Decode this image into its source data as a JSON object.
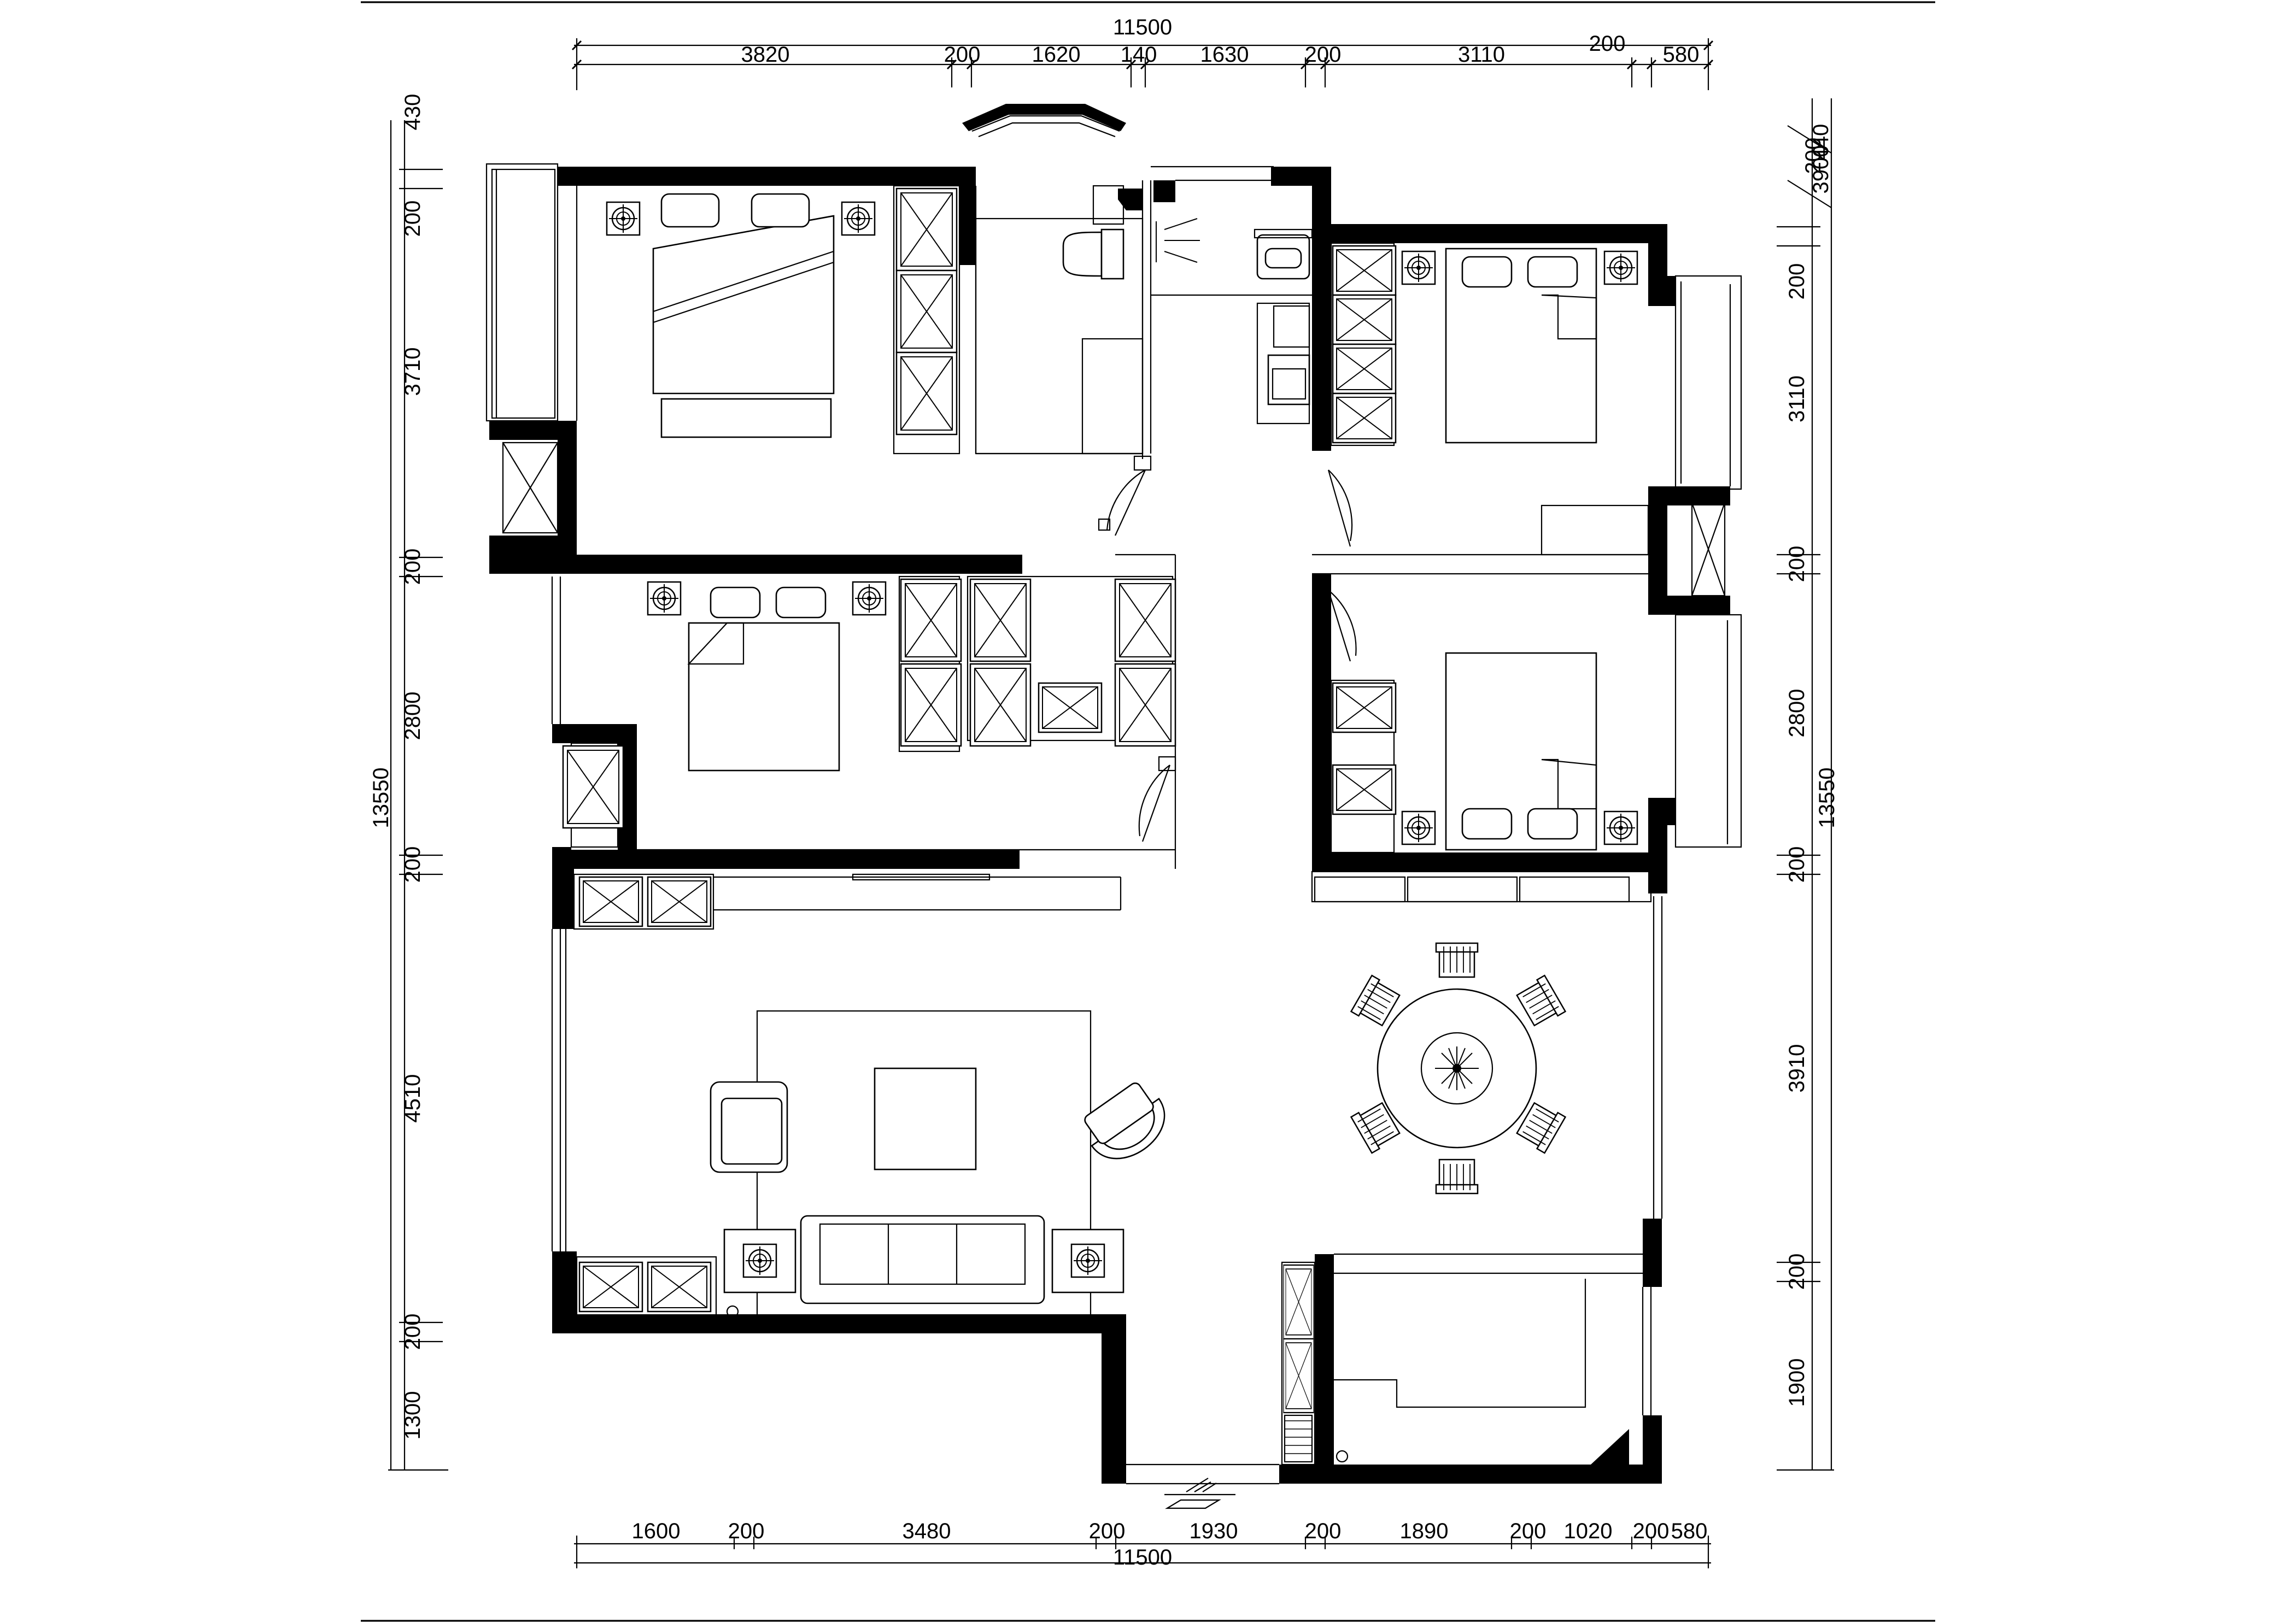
{
  "dimensions": {
    "top_total": "11500",
    "top_segments": [
      "3820",
      "200",
      "1620",
      "140",
      "1630",
      "200",
      "3110",
      "200",
      "580"
    ],
    "bottom_total": "11500",
    "bottom_segments": [
      "1600",
      "200",
      "3480",
      "200",
      "1930",
      "200",
      "1890",
      "200",
      "1020",
      "200",
      "580"
    ],
    "left_total": "13550",
    "left_segments": [
      "430",
      "200",
      "3710",
      "200",
      "2800",
      "200",
      "4510",
      "200",
      "1300"
    ],
    "right_total": "13550",
    "right_top_cluster": [
      "440",
      "200",
      "3900"
    ],
    "right_segments": [
      "200",
      "3110",
      "200",
      "2800",
      "200",
      "3910",
      "200",
      "1900"
    ]
  },
  "colors": {
    "wall": "#000000",
    "line": "#000000",
    "background": "#ffffff"
  },
  "icons": [
    "lamp-icon",
    "bed-icon",
    "wardrobe-icon",
    "toilet-icon",
    "squat-toilet-icon",
    "washbasin-icon",
    "sofa-icon",
    "armchair-icon",
    "coffee-table-icon",
    "dining-table-icon",
    "dining-chair-icon",
    "door-swing-icon",
    "entrance-mat-icon"
  ]
}
